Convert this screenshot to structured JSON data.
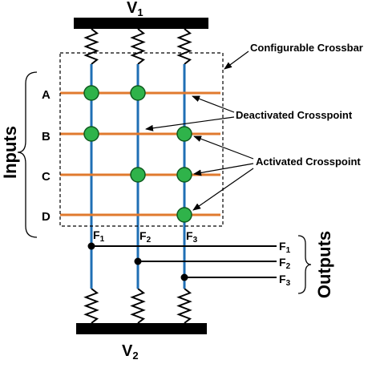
{
  "rails": {
    "top": {
      "base": "V",
      "sub": "1"
    },
    "bottom": {
      "base": "V",
      "sub": "2"
    }
  },
  "inputs": {
    "label": "Inputs",
    "rows": [
      "A",
      "B",
      "C",
      "D"
    ]
  },
  "columns": [
    {
      "base": "F",
      "sub": "1"
    },
    {
      "base": "F",
      "sub": "2"
    },
    {
      "base": "F",
      "sub": "3"
    }
  ],
  "outputs": {
    "label": "Outputs",
    "items": [
      {
        "base": "F",
        "sub": "1"
      },
      {
        "base": "F",
        "sub": "2"
      },
      {
        "base": "F",
        "sub": "3"
      }
    ]
  },
  "annotations": {
    "crossbar": "Configurable Crossbar",
    "deactivated": "Deactivated Crosspoint",
    "activated": "Activated Crosspoint"
  },
  "crosspoints": {
    "A": [
      true,
      true,
      false
    ],
    "B": [
      true,
      false,
      true
    ],
    "C": [
      false,
      true,
      true
    ],
    "D": [
      false,
      false,
      true
    ]
  },
  "colors": {
    "row_line": "#e07a2e",
    "column_line": "#1f6fb5",
    "node_fill": "#2fb34a",
    "node_stroke": "#0f5a1f",
    "rail": "#000000"
  }
}
